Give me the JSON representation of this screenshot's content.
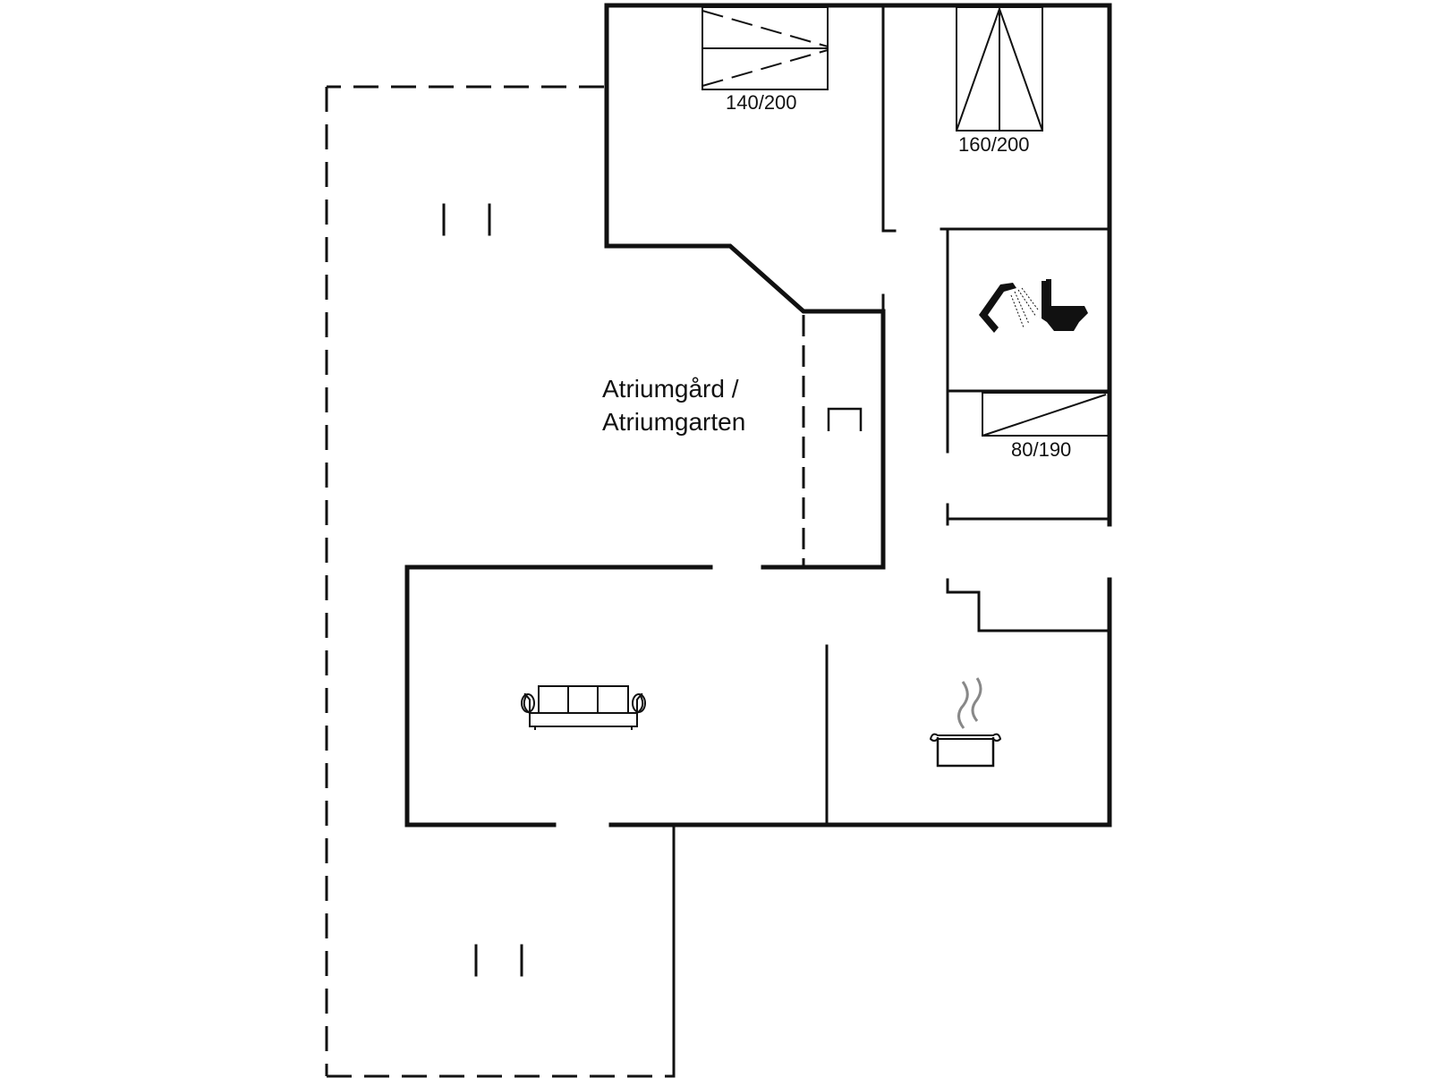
{
  "labels": {
    "bed_1": "140/200",
    "bed_2": "160/200",
    "bed_3": "80/190",
    "atrium_line1": "Atriumgård /",
    "atrium_line2": "Atriumgarten"
  },
  "icons": {
    "shower": "shower-icon",
    "toilet": "toilet-icon",
    "sofa": "sofa-icon",
    "kitchen": "cooking-pot-icon",
    "stair": "stair-icon"
  },
  "colors": {
    "line": "#111111",
    "background": "#ffffff"
  }
}
